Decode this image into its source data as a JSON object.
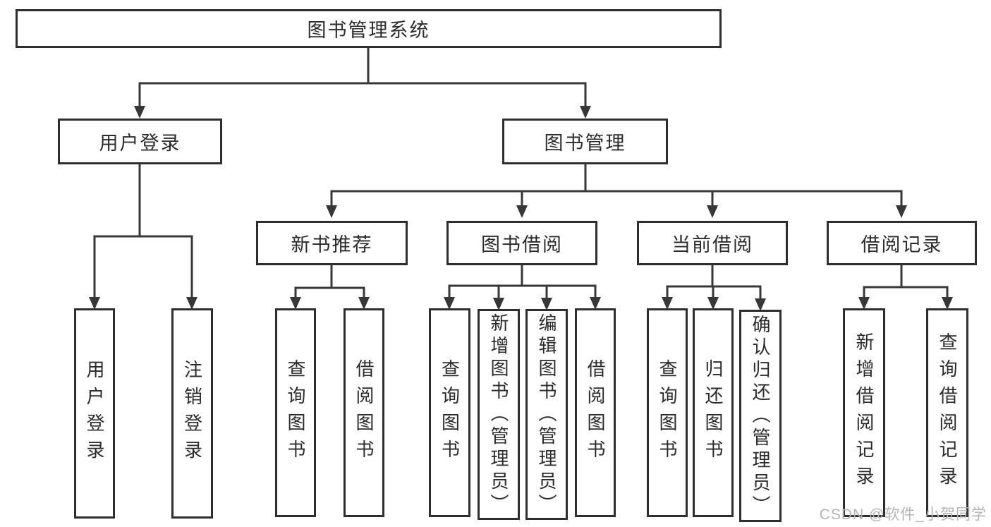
{
  "diagram": {
    "title": "图书管理系统",
    "watermark": "CSDN @软件_小贺同学",
    "colors": {
      "line": "#373737",
      "box_border": "#2e2e2e",
      "text": "#2b2b2b",
      "watermark": "#b4b4b4",
      "background": "#ffffff"
    }
  },
  "nodes": {
    "root": {
      "label": "图书管理系统"
    },
    "login": {
      "label": "用户登录"
    },
    "mgmt": {
      "label": "图书管理"
    },
    "rec": {
      "label": "新书推荐"
    },
    "borrow": {
      "label": "图书借阅"
    },
    "current": {
      "label": "当前借阅"
    },
    "record": {
      "label": "借阅记录"
    },
    "login_user": {
      "label": "用户登录"
    },
    "login_logout": {
      "label": "注销登录"
    },
    "rec_query": {
      "label": "查询图书"
    },
    "rec_borrow": {
      "label": "借阅图书"
    },
    "borrow_query": {
      "label": "查询图书"
    },
    "borrow_add": {
      "label": "新增图书（管理员）"
    },
    "borrow_edit": {
      "label": "编辑图书（管理员）"
    },
    "borrow_borrow": {
      "label": "借阅图书"
    },
    "cur_query": {
      "label": "查询图书"
    },
    "cur_return": {
      "label": "归还图书"
    },
    "cur_confirm": {
      "label": "确认归还（管理员）"
    },
    "record_add": {
      "label": "新增借阅记录"
    },
    "record_query": {
      "label": "查询借阅记录"
    }
  },
  "edges": [
    [
      "root",
      "login"
    ],
    [
      "root",
      "mgmt"
    ],
    [
      "login",
      "login_user"
    ],
    [
      "login",
      "login_logout"
    ],
    [
      "mgmt",
      "rec"
    ],
    [
      "mgmt",
      "borrow"
    ],
    [
      "mgmt",
      "current"
    ],
    [
      "mgmt",
      "record"
    ],
    [
      "rec",
      "rec_query"
    ],
    [
      "rec",
      "rec_borrow"
    ],
    [
      "borrow",
      "borrow_query"
    ],
    [
      "borrow",
      "borrow_add"
    ],
    [
      "borrow",
      "borrow_edit"
    ],
    [
      "borrow",
      "borrow_borrow"
    ],
    [
      "current",
      "cur_query"
    ],
    [
      "current",
      "cur_return"
    ],
    [
      "current",
      "cur_confirm"
    ],
    [
      "record",
      "record_add"
    ],
    [
      "record",
      "record_query"
    ]
  ]
}
